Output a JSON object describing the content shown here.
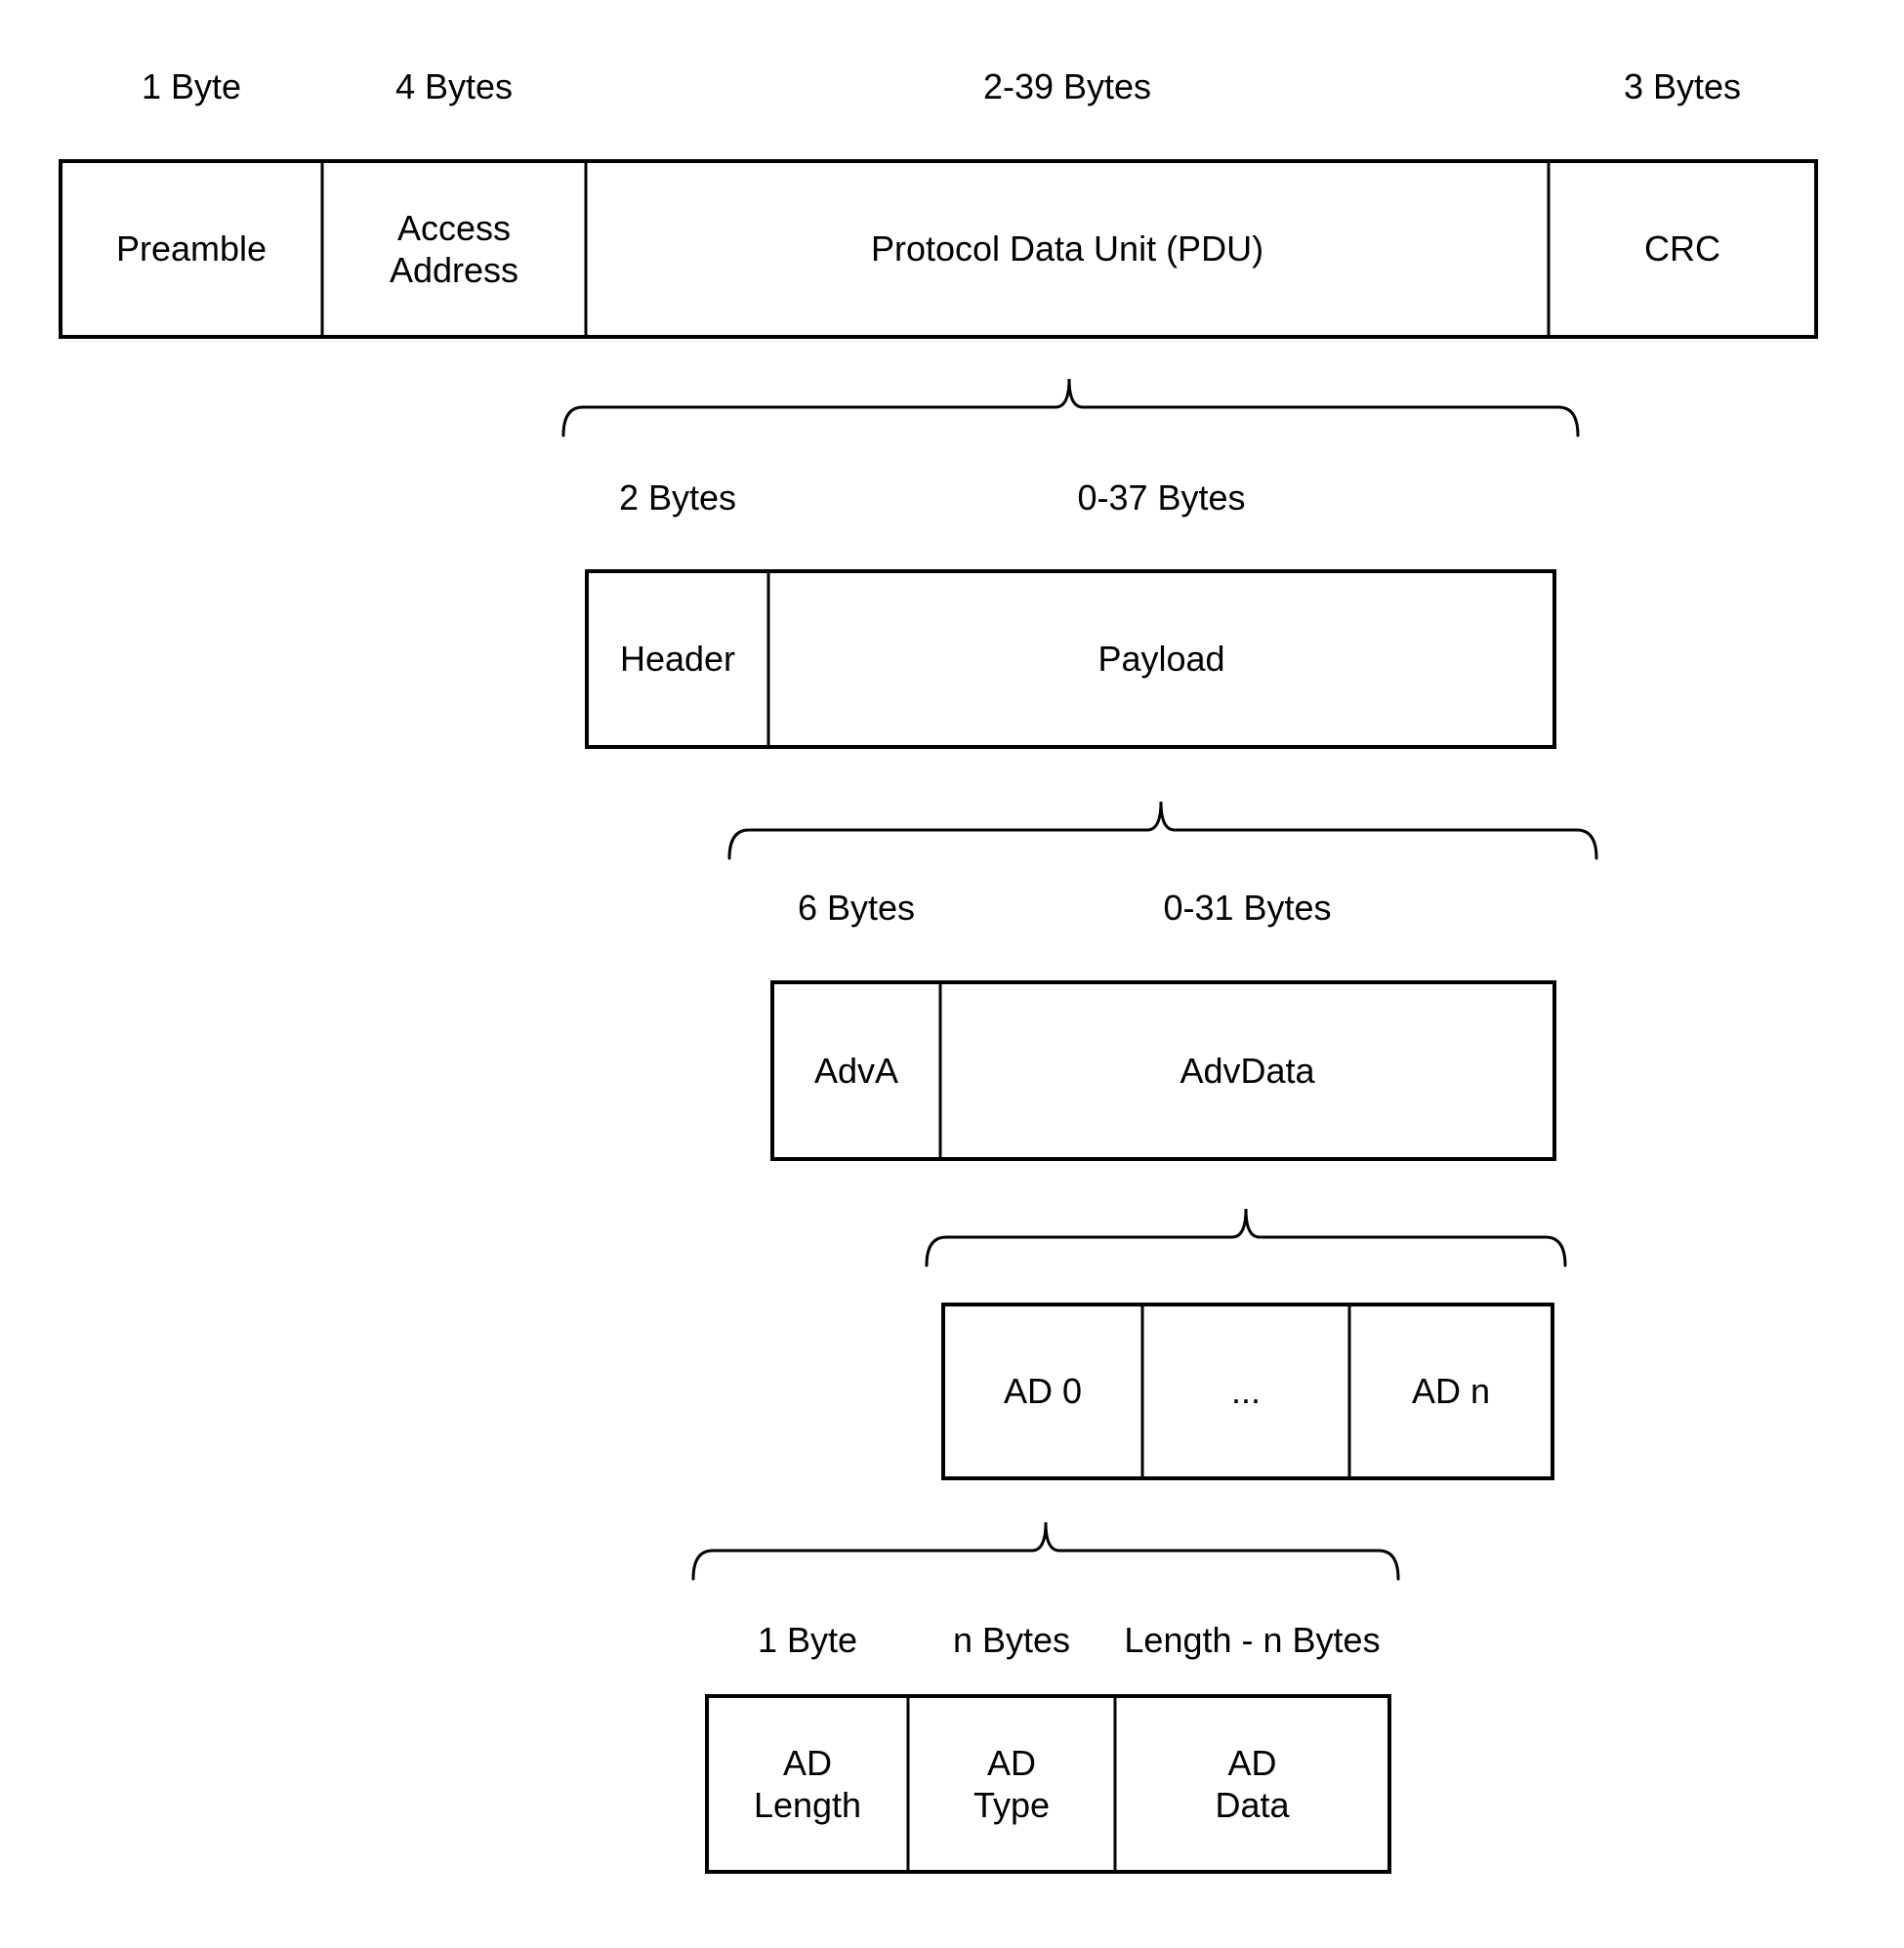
{
  "colors": {
    "stroke": "#000000",
    "background": "#ffffff"
  },
  "levels": [
    {
      "name": "packet",
      "cells": [
        {
          "label": "Preamble",
          "size": "1 Byte"
        },
        {
          "label": "Access\nAddress",
          "size": "4 Bytes"
        },
        {
          "label": "Protocol Data Unit (PDU)",
          "size": "2-39 Bytes"
        },
        {
          "label": "CRC",
          "size": "3 Bytes"
        }
      ]
    },
    {
      "name": "pdu",
      "cells": [
        {
          "label": "Header",
          "size": "2 Bytes"
        },
        {
          "label": "Payload",
          "size": "0-37 Bytes"
        }
      ]
    },
    {
      "name": "payload",
      "cells": [
        {
          "label": "AdvA",
          "size": "6 Bytes"
        },
        {
          "label": "AdvData",
          "size": "0-31 Bytes"
        }
      ]
    },
    {
      "name": "advdata",
      "cells": [
        {
          "label": "AD 0"
        },
        {
          "label": "..."
        },
        {
          "label": "AD n"
        }
      ]
    },
    {
      "name": "ad-structure",
      "cells": [
        {
          "label": "AD\nLength",
          "size": "1 Byte"
        },
        {
          "label": "AD\nType",
          "size": "n Bytes"
        },
        {
          "label": "AD\nData",
          "size": "Length - n Bytes"
        }
      ]
    }
  ]
}
